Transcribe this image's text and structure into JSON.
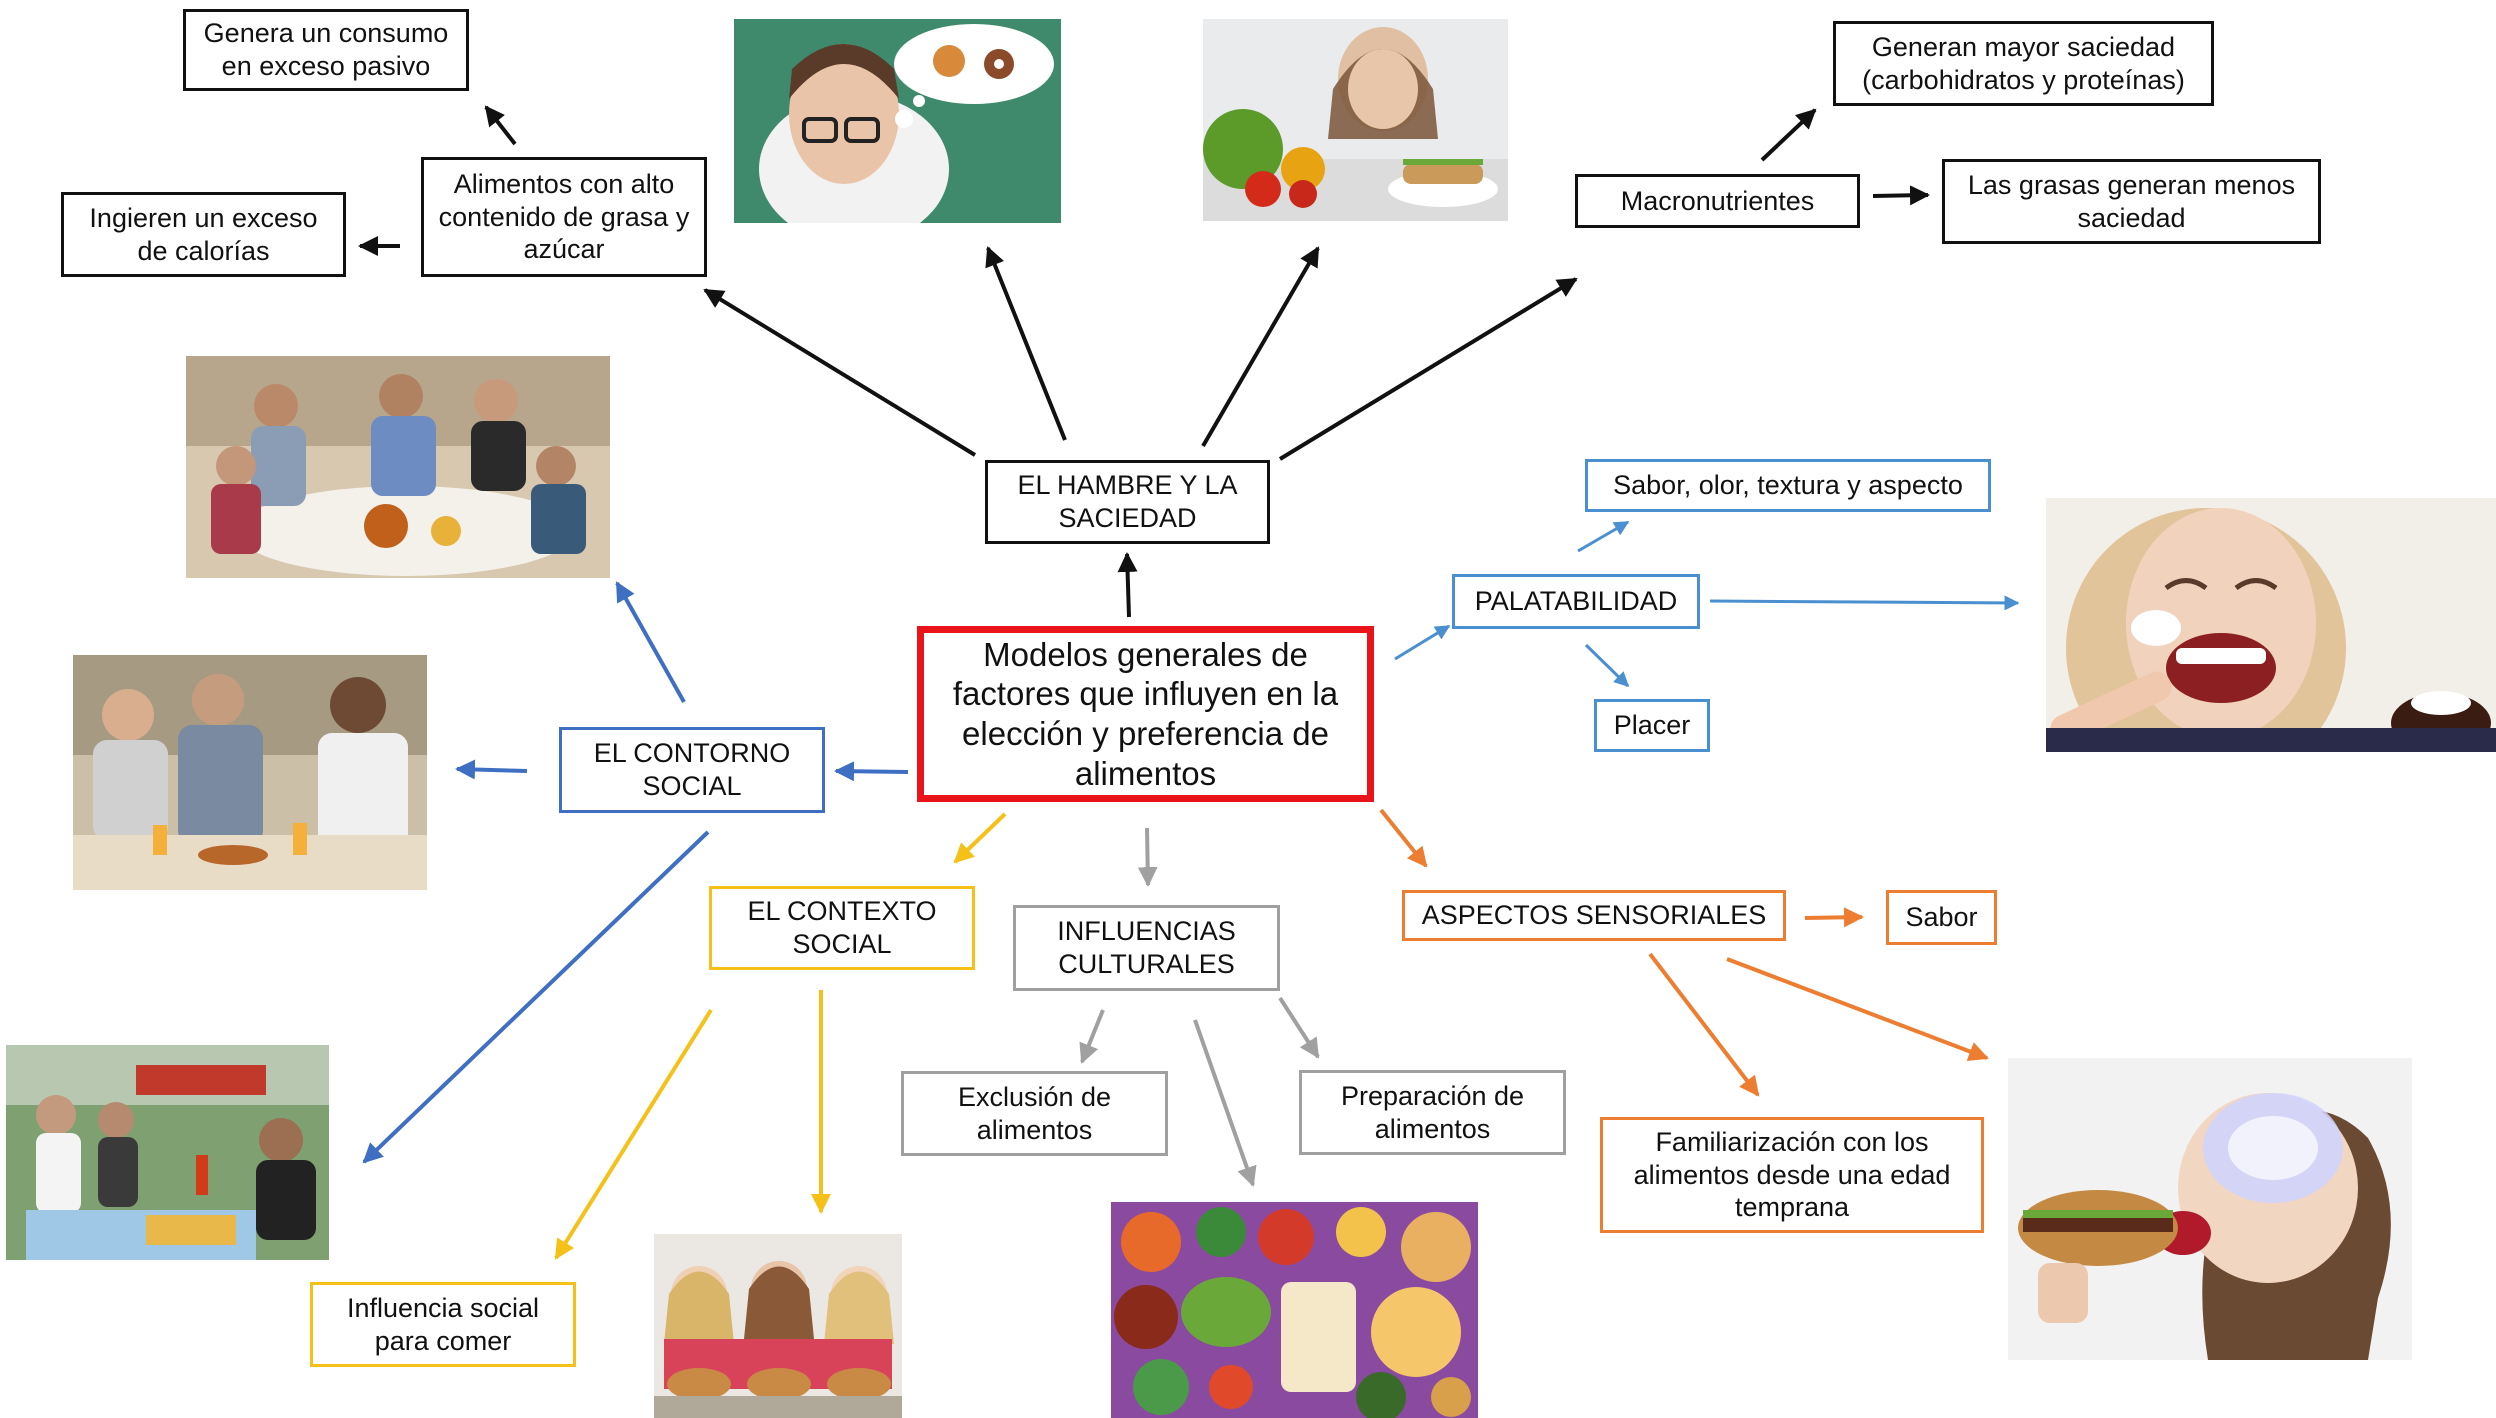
{
  "colors": {
    "black": "#111111",
    "red": "#e8141a",
    "blue": "#4a8fd0",
    "dark_blue": "#3f6fc2",
    "orange": "#ed7d31",
    "yellow": "#f5c118",
    "gray": "#a0a0a0"
  },
  "central": "Modelos generales de factores que influyen en la elección y preferencia de alimentos",
  "hambre": {
    "title": "EL HAMBRE Y LA SACIEDAD",
    "alimentos": "Alimentos con alto contenido de grasa y azúcar",
    "consumo": "Genera un consumo en exceso pasivo",
    "ingieren": "Ingieren un exceso de calorías",
    "macro": "Macronutrientes",
    "mayor": "Generan mayor saciedad (carbohidratos y proteínas)",
    "grasas": "Las grasas generan menos saciedad"
  },
  "palatabilidad": {
    "title": "PALATABILIDAD",
    "sabor_olor": "Sabor, olor, textura y aspecto",
    "placer": "Placer"
  },
  "contorno": {
    "title": "EL CONTORNO SOCIAL"
  },
  "contexto": {
    "title": "EL CONTEXTO SOCIAL",
    "influencia": "Influencia social para comer"
  },
  "culturales": {
    "title": "INFLUENCIAS CULTURALES",
    "exclusion": "Exclusión de alimentos",
    "preparacion": "Preparación de alimentos"
  },
  "sensoriales": {
    "title": "ASPECTOS SENSORIALES",
    "sabor": "Sabor",
    "familiarizacion": "Familiarización con los alimentos desde una edad temprana"
  },
  "photos": [
    "stressed-woman-thinking-food-photo",
    "woman-looking-at-vegetables-and-sandwich-photo",
    "family-dinner-photo",
    "friends-at-restaurant-photo",
    "laughing-woman-eating-cream-photo",
    "street-food-market-photo",
    "girls-eating-burgers-photo",
    "mexican-dishes-table-photo",
    "woman-biting-burger-brain-photo"
  ]
}
